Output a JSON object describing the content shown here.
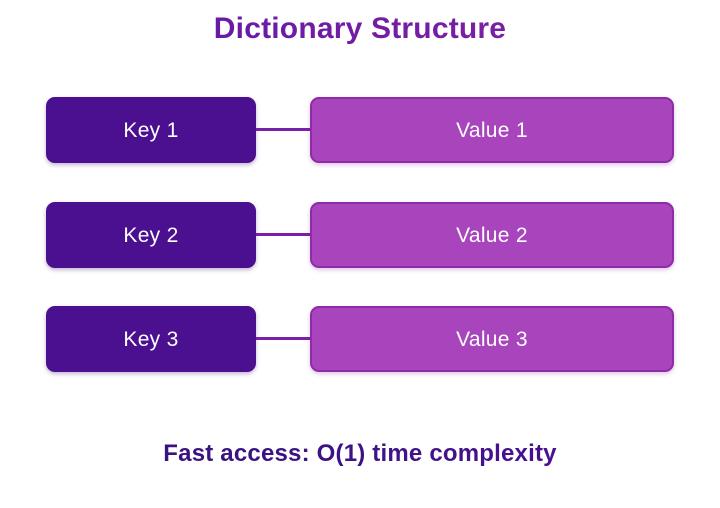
{
  "title": "Dictionary Structure",
  "footer": "Fast access: O(1) time complexity",
  "colors": {
    "background": "#ffffff",
    "title_gradient_start": "#5C189E",
    "title_gradient_end": "#8A23A8",
    "key_box_fill": "#4A108F",
    "value_box_fill": "#A844BC",
    "value_box_border": "#8E2CA8",
    "connector": "#7A1FA8",
    "box_text": "#ffffff",
    "footer_gradient_start": "#36137A",
    "footer_gradient_end": "#5A20A3"
  },
  "pairs": [
    {
      "key": "Key 1",
      "value": "Value 1"
    },
    {
      "key": "Key 2",
      "value": "Value 2"
    },
    {
      "key": "Key 3",
      "value": "Value 3"
    }
  ]
}
